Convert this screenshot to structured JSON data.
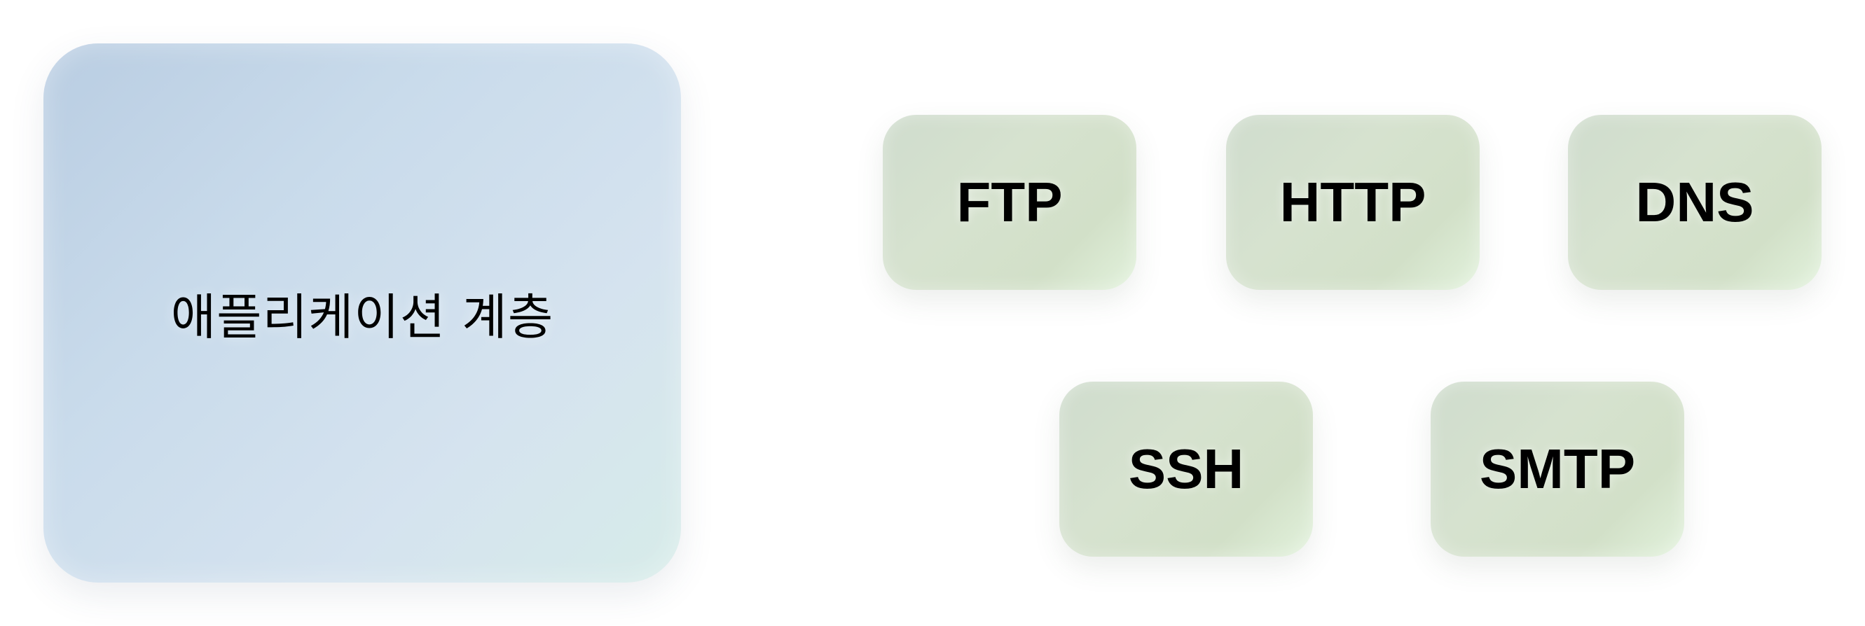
{
  "layer": {
    "label": "애플리케이션 계층"
  },
  "protocols": [
    {
      "label": "FTP"
    },
    {
      "label": "HTTP"
    },
    {
      "label": "DNS"
    },
    {
      "label": "SSH"
    },
    {
      "label": "SMTP"
    }
  ],
  "colors": {
    "layer_box": "#c9dbeb",
    "protocol_box": "#d6e2cf",
    "text": "#000000"
  }
}
